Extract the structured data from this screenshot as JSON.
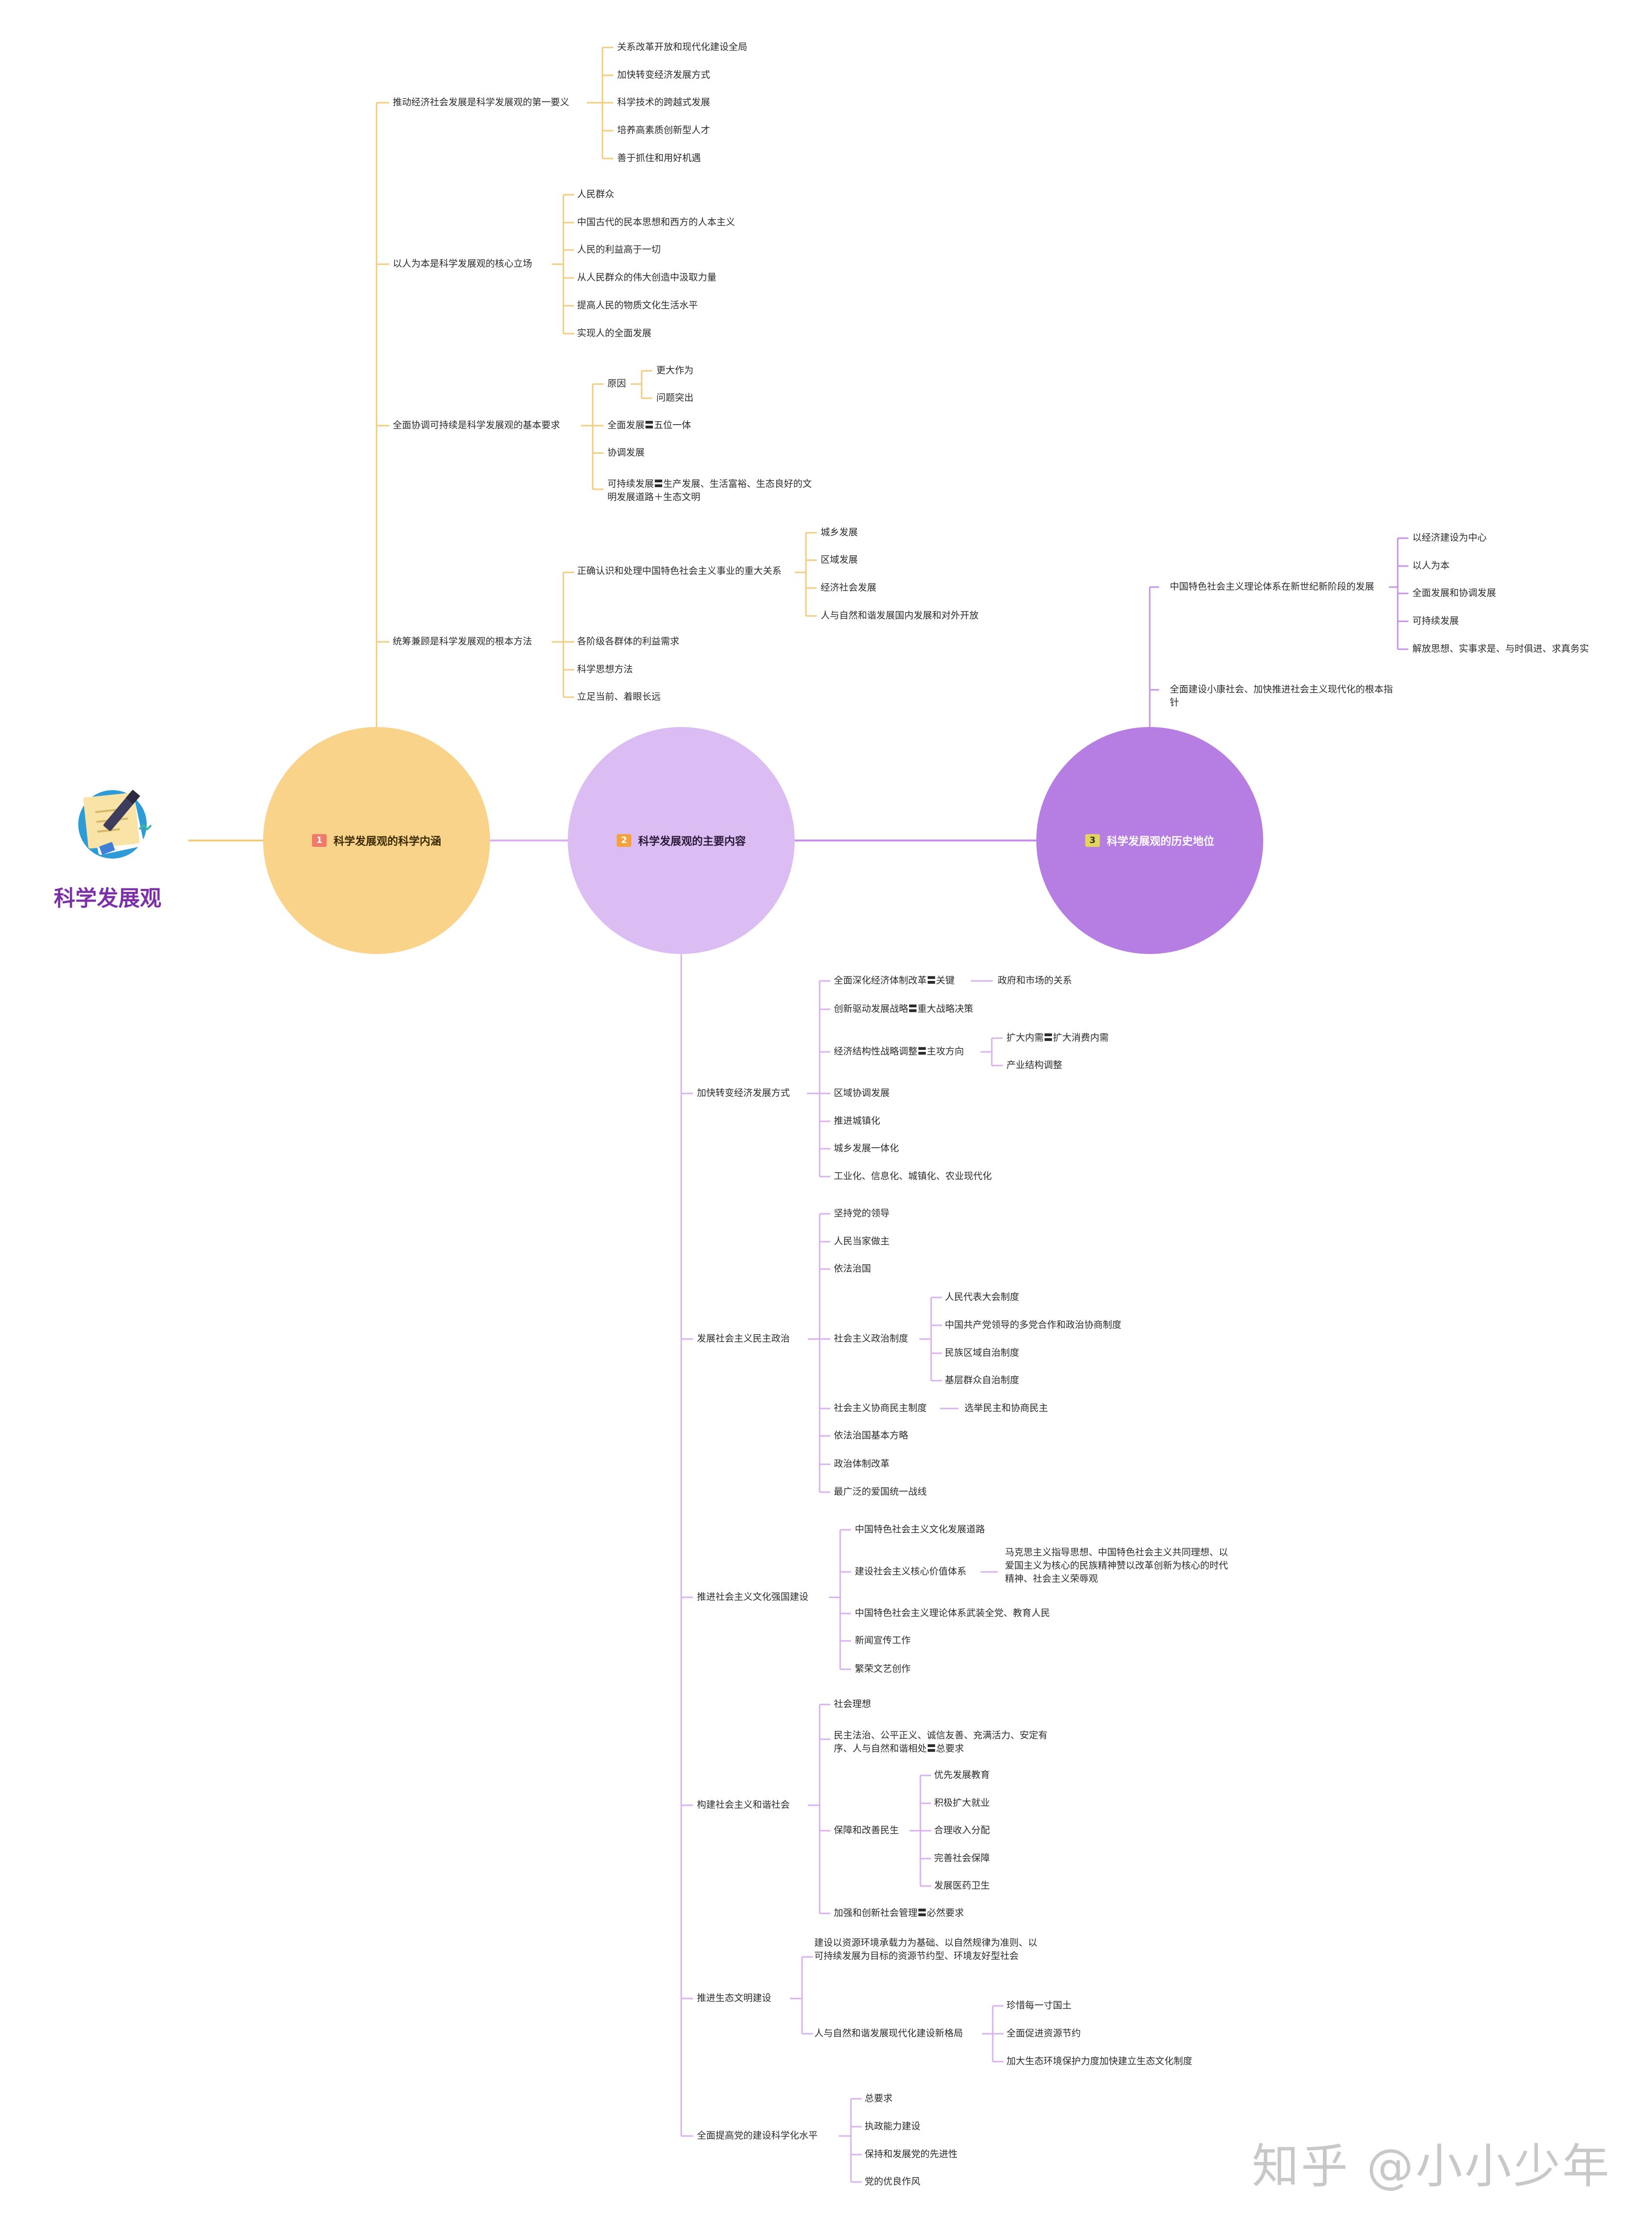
{
  "root": {
    "title": "科学发展观",
    "icon": "notes-pencil-icon"
  },
  "watermark": "知乎 @小小少年",
  "colors": {
    "b1": "#fad38a",
    "b2": "#dcbdf3",
    "b3": "#b67ee3",
    "line1": "#f2cc7e",
    "line2": "#d9b1ee",
    "line3": "#c691e6"
  },
  "branches": [
    {
      "num": "1",
      "label": "科学发展观的科学内涵",
      "children": [
        {
          "label": "推动经济社会发展是科学发展观的第一要义",
          "children": [
            {
              "label": "关系改革开放和现代化建设全局"
            },
            {
              "label": "加快转变经济发展方式"
            },
            {
              "label": "科学技术的跨越式发展"
            },
            {
              "label": "培养高素质创新型人才"
            },
            {
              "label": "善于抓住和用好机遇"
            }
          ]
        },
        {
          "label": "以人为本是科学发展观的核心立场",
          "children": [
            {
              "label": "人民群众"
            },
            {
              "label": "中国古代的民本思想和西方的人本主义"
            },
            {
              "label": "人民的利益高于一切"
            },
            {
              "label": "从人民群众的伟大创造中汲取力量"
            },
            {
              "label": "提高人民的物质文化生活水平"
            },
            {
              "label": "实现人的全面发展"
            }
          ]
        },
        {
          "label": "全面协调可持续是科学发展观的基本要求",
          "children": [
            {
              "label": "原因",
              "children": [
                {
                  "label": "更大作为"
                },
                {
                  "label": "问题突出"
                }
              ]
            },
            {
              "label": "全面发展〓五位一体"
            },
            {
              "label": "协调发展"
            },
            {
              "label": "可持续发展〓生产发展、生活富裕、生态良好的文明发展道路＋生态文明"
            }
          ]
        },
        {
          "label": "统筹兼顾是科学发展观的根本方法",
          "children": [
            {
              "label": "正确认识和处理中国特色社会主义事业的重大关系",
              "children": [
                {
                  "label": "城乡发展"
                },
                {
                  "label": "区域发展"
                },
                {
                  "label": "经济社会发展"
                },
                {
                  "label": "人与自然和谐发展国内发展和对外开放"
                }
              ]
            },
            {
              "label": "各阶级各群体的利益需求"
            },
            {
              "label": "科学思想方法"
            },
            {
              "label": "立足当前、着眼长远"
            }
          ]
        }
      ]
    },
    {
      "num": "2",
      "label": "科学发展观的主要内容",
      "children": [
        {
          "label": "加快转变经济发展方式",
          "children": [
            {
              "label": "全面深化经济体制改革〓关键",
              "children": [
                {
                  "label": "政府和市场的关系"
                }
              ]
            },
            {
              "label": "创新驱动发展战略〓重大战略决策"
            },
            {
              "label": "经济结构性战略调整〓主攻方向",
              "children": [
                {
                  "label": "扩大内需〓扩大消费内需"
                },
                {
                  "label": "产业结构调整"
                }
              ]
            },
            {
              "label": "区域协调发展"
            },
            {
              "label": "推进城镇化"
            },
            {
              "label": "城乡发展一体化"
            },
            {
              "label": "工业化、信息化、城镇化、农业现代化"
            }
          ]
        },
        {
          "label": "发展社会主义民主政治",
          "children": [
            {
              "label": "坚持党的领导"
            },
            {
              "label": "人民当家做主"
            },
            {
              "label": "依法治国"
            },
            {
              "label": "社会主义政治制度",
              "children": [
                {
                  "label": "人民代表大会制度"
                },
                {
                  "label": "中国共产党领导的多党合作和政治协商制度"
                },
                {
                  "label": "民族区域自治制度"
                },
                {
                  "label": "基层群众自治制度"
                }
              ]
            },
            {
              "label": "社会主义协商民主制度",
              "children": [
                {
                  "label": "选举民主和协商民主"
                }
              ]
            },
            {
              "label": "依法治国基本方略"
            },
            {
              "label": "政治体制改革"
            },
            {
              "label": "最广泛的爱国统一战线"
            }
          ]
        },
        {
          "label": "推进社会主义文化强国建设",
          "children": [
            {
              "label": "中国特色社会主义文化发展道路"
            },
            {
              "label": "建设社会主义核心价值体系",
              "children": [
                {
                  "label": "马克思主义指导思想、中国特色社会主义共同理想、以爱国主义为核心的民族精神赞以改革创新为核心的时代精神、社会主义荣辱观"
                }
              ]
            },
            {
              "label": "中国特色社会主义理论体系武装全党、教育人民"
            },
            {
              "label": "新闻宣传工作"
            },
            {
              "label": "繁荣文艺创作"
            }
          ]
        },
        {
          "label": "构建社会主义和谐社会",
          "children": [
            {
              "label": "社会理想"
            },
            {
              "label": "民主法治、公平正义、诚信友善、充满活力、安定有序、人与自然和谐相处〓总要求"
            },
            {
              "label": "保障和改善民生",
              "children": [
                {
                  "label": "优先发展教育"
                },
                {
                  "label": "积极扩大就业"
                },
                {
                  "label": "合理收入分配"
                },
                {
                  "label": "完善社会保障"
                },
                {
                  "label": "发展医药卫生"
                }
              ]
            },
            {
              "label": "加强和创新社会管理〓必然要求"
            }
          ]
        },
        {
          "label": "推进生态文明建设",
          "children": [
            {
              "label": "建设以资源环境承载力为基础、以自然规律为准则、以可持续发展为目标的资源节约型、环境友好型社会"
            },
            {
              "label": "人与自然和谐发展现代化建设新格局",
              "children": [
                {
                  "label": "珍惜每一寸国土"
                },
                {
                  "label": "全面促进资源节约"
                },
                {
                  "label": "加大生态环境保护力度加快建立生态文化制度"
                }
              ]
            }
          ]
        },
        {
          "label": "全面提高党的建设科学化水平",
          "children": [
            {
              "label": "总要求"
            },
            {
              "label": "执政能力建设"
            },
            {
              "label": "保持和发展党的先进性"
            },
            {
              "label": "党的优良作风"
            }
          ]
        }
      ]
    },
    {
      "num": "3",
      "label": "科学发展观的历史地位",
      "children": [
        {
          "label": "中国特色社会主义理论体系在新世纪新阶段的发展",
          "children": [
            {
              "label": "以经济建设为中心"
            },
            {
              "label": "以人为本"
            },
            {
              "label": "全面发展和协调发展"
            },
            {
              "label": "可持续发展"
            },
            {
              "label": "解放思想、实事求是、与时俱进、求真务实"
            }
          ]
        },
        {
          "label": "全面建设小康社会、加快推进社会主义现代化的根本指针"
        }
      ]
    }
  ]
}
